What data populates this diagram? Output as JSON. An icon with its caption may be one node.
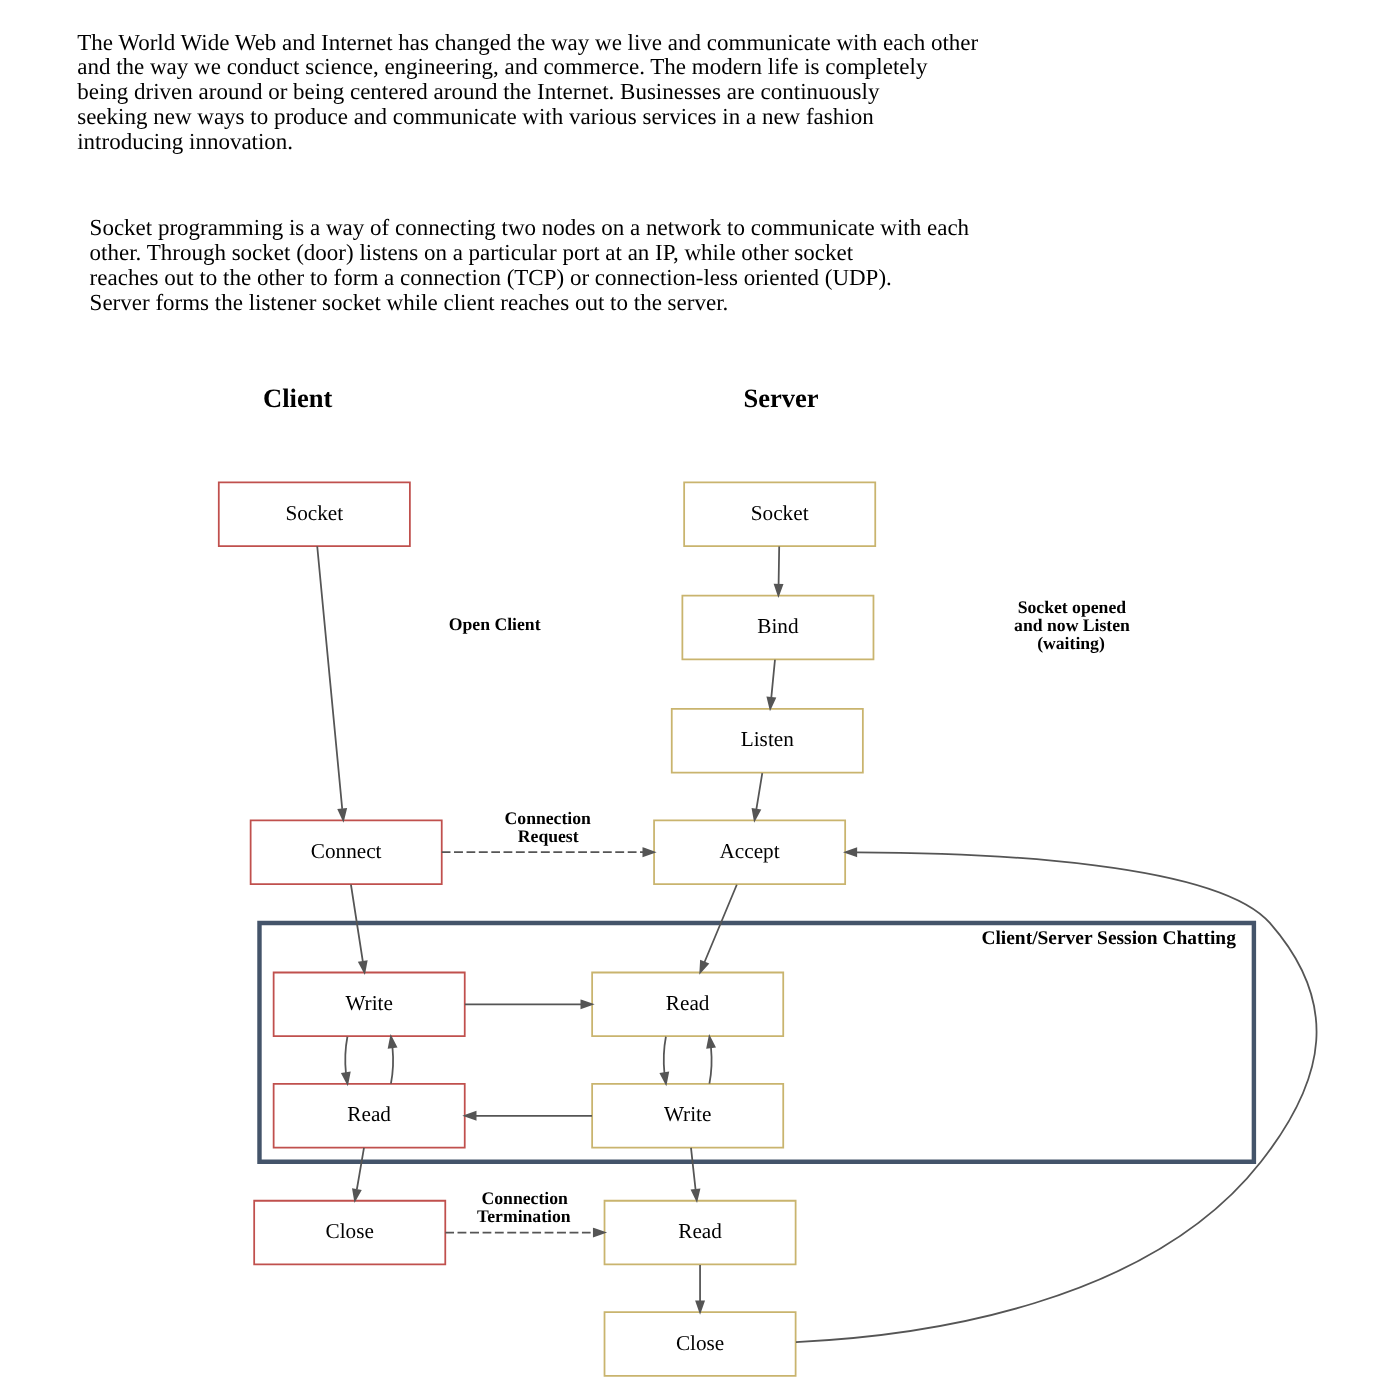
{
  "diagram": {
    "nodes": [
      {
        "text": [
          "Socket"
        ]
      },
      {
        "text": [
          "Connect"
        ]
      },
      {
        "text": [
          "Client/Server Session Chatting"
        ]
      },
      {
        "text": [
          "Write"
        ],
        "in": 2
      },
      {
        "text": [
          "Read"
        ],
        "in": 2
      },
      {
        "text": [
          "Close"
        ]
      },
      {
        "text": [
          "Socket"
        ]
      },
      {
        "text": [
          "Bind"
        ]
      },
      {
        "text": [
          "Listen"
        ]
      },
      {
        "text": [
          "Accept"
        ]
      },
      {
        "text": [
          "Read"
        ],
        "in": 2
      },
      {
        "text": [
          "Write"
        ],
        "in": 2
      },
      {
        "text": [
          "Read"
        ]
      },
      {
        "text": [
          "Close"
        ]
      }
    ],
    "edges": [
      {
        "from": 0,
        "to": 1,
        "arrow": "to"
      },
      {
        "from": 6,
        "to": 7,
        "arrow": "to"
      },
      {
        "from": 7,
        "to": 8,
        "arrow": "to"
      },
      {
        "from": 8,
        "to": 9,
        "arrow": "to"
      },
      {
        "from": 1,
        "to": 9,
        "arrow": "to",
        "label": "Connection Request",
        "style": "dashed"
      },
      {
        "from": 13,
        "to": 9,
        "arrow": "to"
      },
      {
        "from": 1,
        "to": 3,
        "arrow": "to"
      },
      {
        "from": 9,
        "to": 10,
        "arrow": "to"
      },
      {
        "from": 3,
        "to": 10,
        "arrow": "to"
      },
      {
        "from": 10,
        "to": 11,
        "arrow": "to"
      },
      {
        "from": 11,
        "to": 10,
        "arrow": "to"
      },
      {
        "from": 3,
        "to": 4,
        "arrow": "to"
      },
      {
        "from": 4,
        "to": 3,
        "arrow": "to"
      },
      {
        "from": 11,
        "to": 4,
        "arrow": "to"
      },
      {
        "from": 4,
        "to": 5,
        "arrow": "to"
      },
      {
        "from": 11,
        "to": 12,
        "arrow": "to"
      },
      {
        "from": 5,
        "to": 12,
        "arrow": "to",
        "label": "Connection Termination",
        "style": "dashed"
      },
      {
        "from": 12,
        "to": 13,
        "arrow": "to"
      }
    ],
    "labels": [
      "The World Wide Web and Internet has changed the way we live and communicate with each other and the way we conduct science, engineering, and commerce. The modern life is completely being driven around or being centered around the Internet. Businesses are continuously seeking new ways to produce and communicate with various services in a new fashion introducing innovation.",
      "Socket programming is a way of connecting two nodes on a network to communicate with each other. Through socket (door) listens on a particular port at an IP, while other socket reaches out to the other to form a connection (TCP) or connection-less oriented (UDP). Server forms the listener socket while client reaches out to the server.",
      "Client",
      "Server",
      "Open Client",
      "Socket opened and now Listen (waiting)"
    ]
  }
}
